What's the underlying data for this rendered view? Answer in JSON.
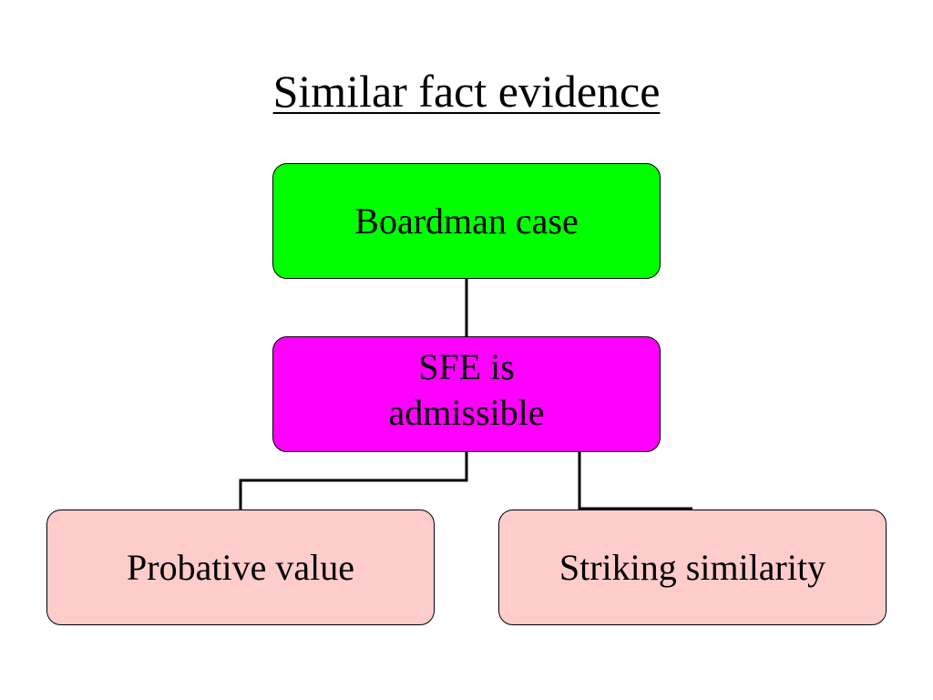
{
  "title": "Similar fact evidence",
  "colors": {
    "root_fill": "#00ff00",
    "middle_fill": "#ff00ff",
    "leaf_fill": "#ffcccc",
    "line": "#000000"
  },
  "nodes": {
    "root": {
      "label": "Boardman case"
    },
    "middle": {
      "label": "SFE is admissible"
    },
    "left_leaf": {
      "label": "Probative value"
    },
    "right_leaf": {
      "label": "Striking similarity"
    }
  },
  "edges": [
    {
      "from": "root",
      "to": "middle"
    },
    {
      "from": "middle",
      "to": "left_leaf"
    },
    {
      "from": "middle",
      "to": "right_leaf"
    }
  ]
}
